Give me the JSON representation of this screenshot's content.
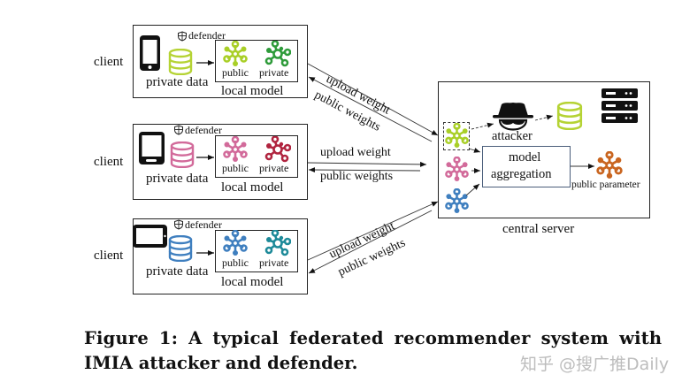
{
  "figure": {
    "clients": [
      {
        "label": "client",
        "device": "smartphone-icon",
        "defender_label": "defender",
        "data_label": "private data",
        "model_label": "local model",
        "public_label": "public",
        "private_label": "private",
        "color_data": "#b5d334",
        "color_public": "#a8c f22",
        "color_private": "#2e9b3a"
      },
      {
        "label": "client",
        "device": "tablet-portrait-icon",
        "defender_label": "defender",
        "data_label": "private data",
        "model_label": "local model",
        "public_label": "public",
        "private_label": "private",
        "color_data": "#d26a9a",
        "color_public": "#d26a9a",
        "color_private": "#b0243f"
      },
      {
        "label": "client",
        "device": "tablet-landscape-icon",
        "defender_label": "defender",
        "data_label": "private data",
        "model_label": "local model",
        "public_label": "public",
        "private_label": "private",
        "color_data": "#3f7fbf",
        "color_public": "#3f7fbf",
        "color_private": "#1d8a99"
      }
    ],
    "links": [
      {
        "upload": "upload weight",
        "download": "public weights"
      },
      {
        "upload": "upload weight",
        "download": "public weights"
      },
      {
        "upload": "upload weight",
        "download": "public weights"
      }
    ],
    "server": {
      "label": "central server",
      "attacker_label": "attacker",
      "aggregation_label_line1": "model",
      "aggregation_label_line2": "aggregation",
      "output_label": "public parameter",
      "output_color": "#c9651f",
      "stolen_data_color": "#b5d334"
    },
    "colors": {
      "lime": "#a9cf27",
      "green": "#2e9b3a",
      "pink": "#d26a9a",
      "crimson": "#b0243f",
      "blue": "#3f7fbf",
      "teal": "#1d8a99",
      "orange": "#c9651f"
    }
  },
  "caption": {
    "line1": "Figure 1: A typical federated recommender system with",
    "line2": "IMIA attacker and defender."
  },
  "watermark": "知乎 @搜广推Daily"
}
